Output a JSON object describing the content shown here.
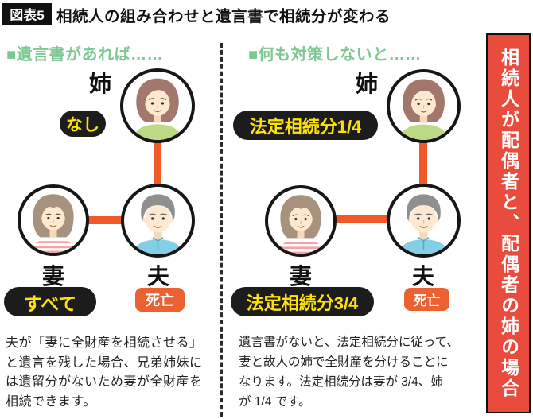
{
  "figure_tag": "図表5",
  "title": "相続人の組み合わせと遺言書で相続分が変わる",
  "side_banner": "相続人が配偶者と、配偶者の姉の場合",
  "panels": [
    {
      "header": "■遺言書があれば……",
      "sister_label": "姉",
      "sister_share": "なし",
      "wife_label": "妻",
      "wife_share": "すべて",
      "husband_label": "夫",
      "husband_status": "死亡",
      "description": "夫が「妻に全財産を相続させる」\nと遺言を残した場合、兄弟姉妹に\nは遺留分がないため妻が全財産を\n相続できます。"
    },
    {
      "header": "■何も対策しないと……",
      "sister_label": "姉",
      "sister_share": "法定相続分1/4",
      "wife_label": "妻",
      "wife_share": "法定相続分3/4",
      "husband_label": "夫",
      "husband_status": "死亡",
      "description": "遺言書がないと、法定相続分に従って、\n妻と故人の姉で全財産を分けることに\nなります。法定相続分は妻が 3/4、姉\nが 1/4 です。"
    }
  ],
  "colors": {
    "accent_green": "#7ec893",
    "connector_orange": "#f2592a",
    "pill_black": "#1c1c1c",
    "pill_text_yellow": "#ffe10a",
    "deceased_orange": "#ec6132",
    "banner_red": "#e94b3c"
  }
}
